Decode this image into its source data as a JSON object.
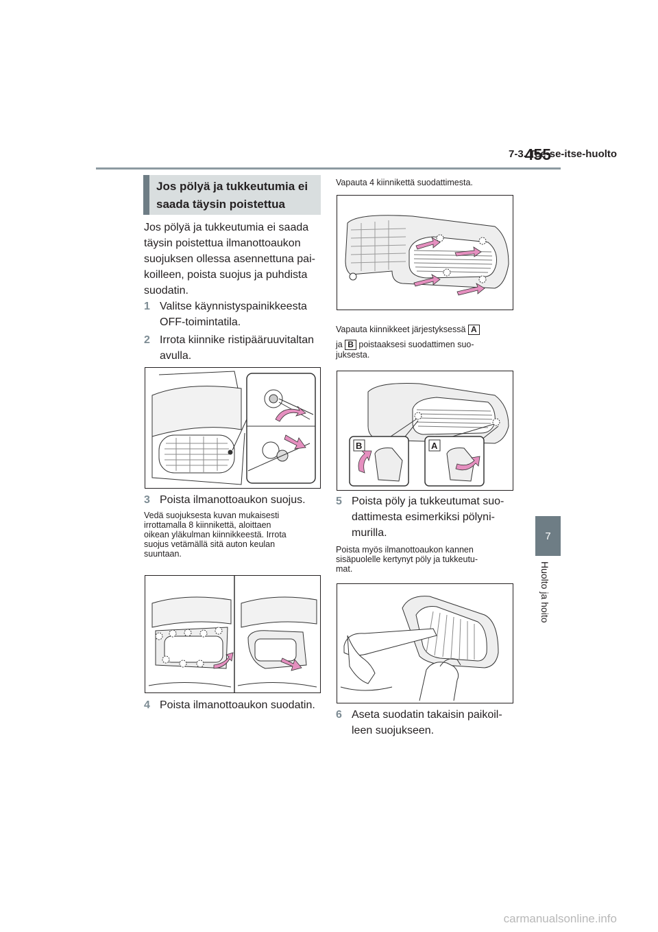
{
  "header": {
    "section": "7-3. Tee-se-itse-huolto",
    "page_number": "455"
  },
  "side_tab": {
    "chapter_number": "7",
    "chapter_title": "Huolto ja hoito"
  },
  "section_heading": [
    "Jos pölyä ja tukkeutumia ei",
    "saada täysin poistettua"
  ],
  "intro_paragraph": [
    "Jos pölyä ja tukkeutumia ei saada",
    "täysin poistettua ilmanottoaukon",
    "suojuksen ollessa asennettuna pai-",
    "koilleen, poista suojus ja puhdista",
    "suodatin."
  ],
  "steps": [
    {
      "num": "1",
      "lines": [
        "Valitse käynnistyspainikkeesta",
        "OFF-toimintatila."
      ]
    },
    {
      "num": "2",
      "lines": [
        "Irrota kiinnike ristipääruuvitaltan",
        "avulla."
      ]
    },
    {
      "num": "3",
      "lines": [
        "Poista ilmanottoaukon suojus."
      ]
    },
    {
      "num": "4",
      "lines": [
        "Poista ilmanottoaukon suodatin."
      ]
    },
    {
      "num": "5",
      "lines": [
        "Poista pöly ja tukkeutumat suo-",
        "dattimesta esimerkiksi pölyni-",
        "murilla."
      ]
    },
    {
      "num": "6",
      "lines": [
        "Aseta suodatin takaisin paikoil-",
        "leen suojukseen."
      ]
    }
  ],
  "step3_note": [
    "Vedä suojuksesta kuvan mukaisesti",
    "irrottamalla 8 kiinnikettä, aloittaen",
    "oikean yläkulman kiinnikkeestä. Irrota",
    "suojus vetämällä sitä auton keulan",
    "suuntaan."
  ],
  "step4_note": "Vapauta 4 kiinnikettä suodattimesta.",
  "step4_release": {
    "line1": "Vapauta kiinnikkeet järjestyksessä",
    "label_a": "A",
    "line2_prefix": "ja",
    "label_b": "B",
    "line2_suffix": "poistaaksesi suodattimen suo-",
    "line3": "juksesta."
  },
  "step5_note": [
    "Poista myös ilmanottoaukon kannen",
    "sisäpuolelle kertynyt pöly ja tukkeutu-",
    "mat."
  ],
  "figure_labels": {
    "inset_b": "B",
    "inset_a": "A"
  },
  "watermark": "carmanualsonline.info",
  "colors": {
    "accent_gray": "#6e7d85",
    "heading_bg": "#d9dedf",
    "arrow_pink": "#e58fbf",
    "rule": "#8c9aa1"
  }
}
